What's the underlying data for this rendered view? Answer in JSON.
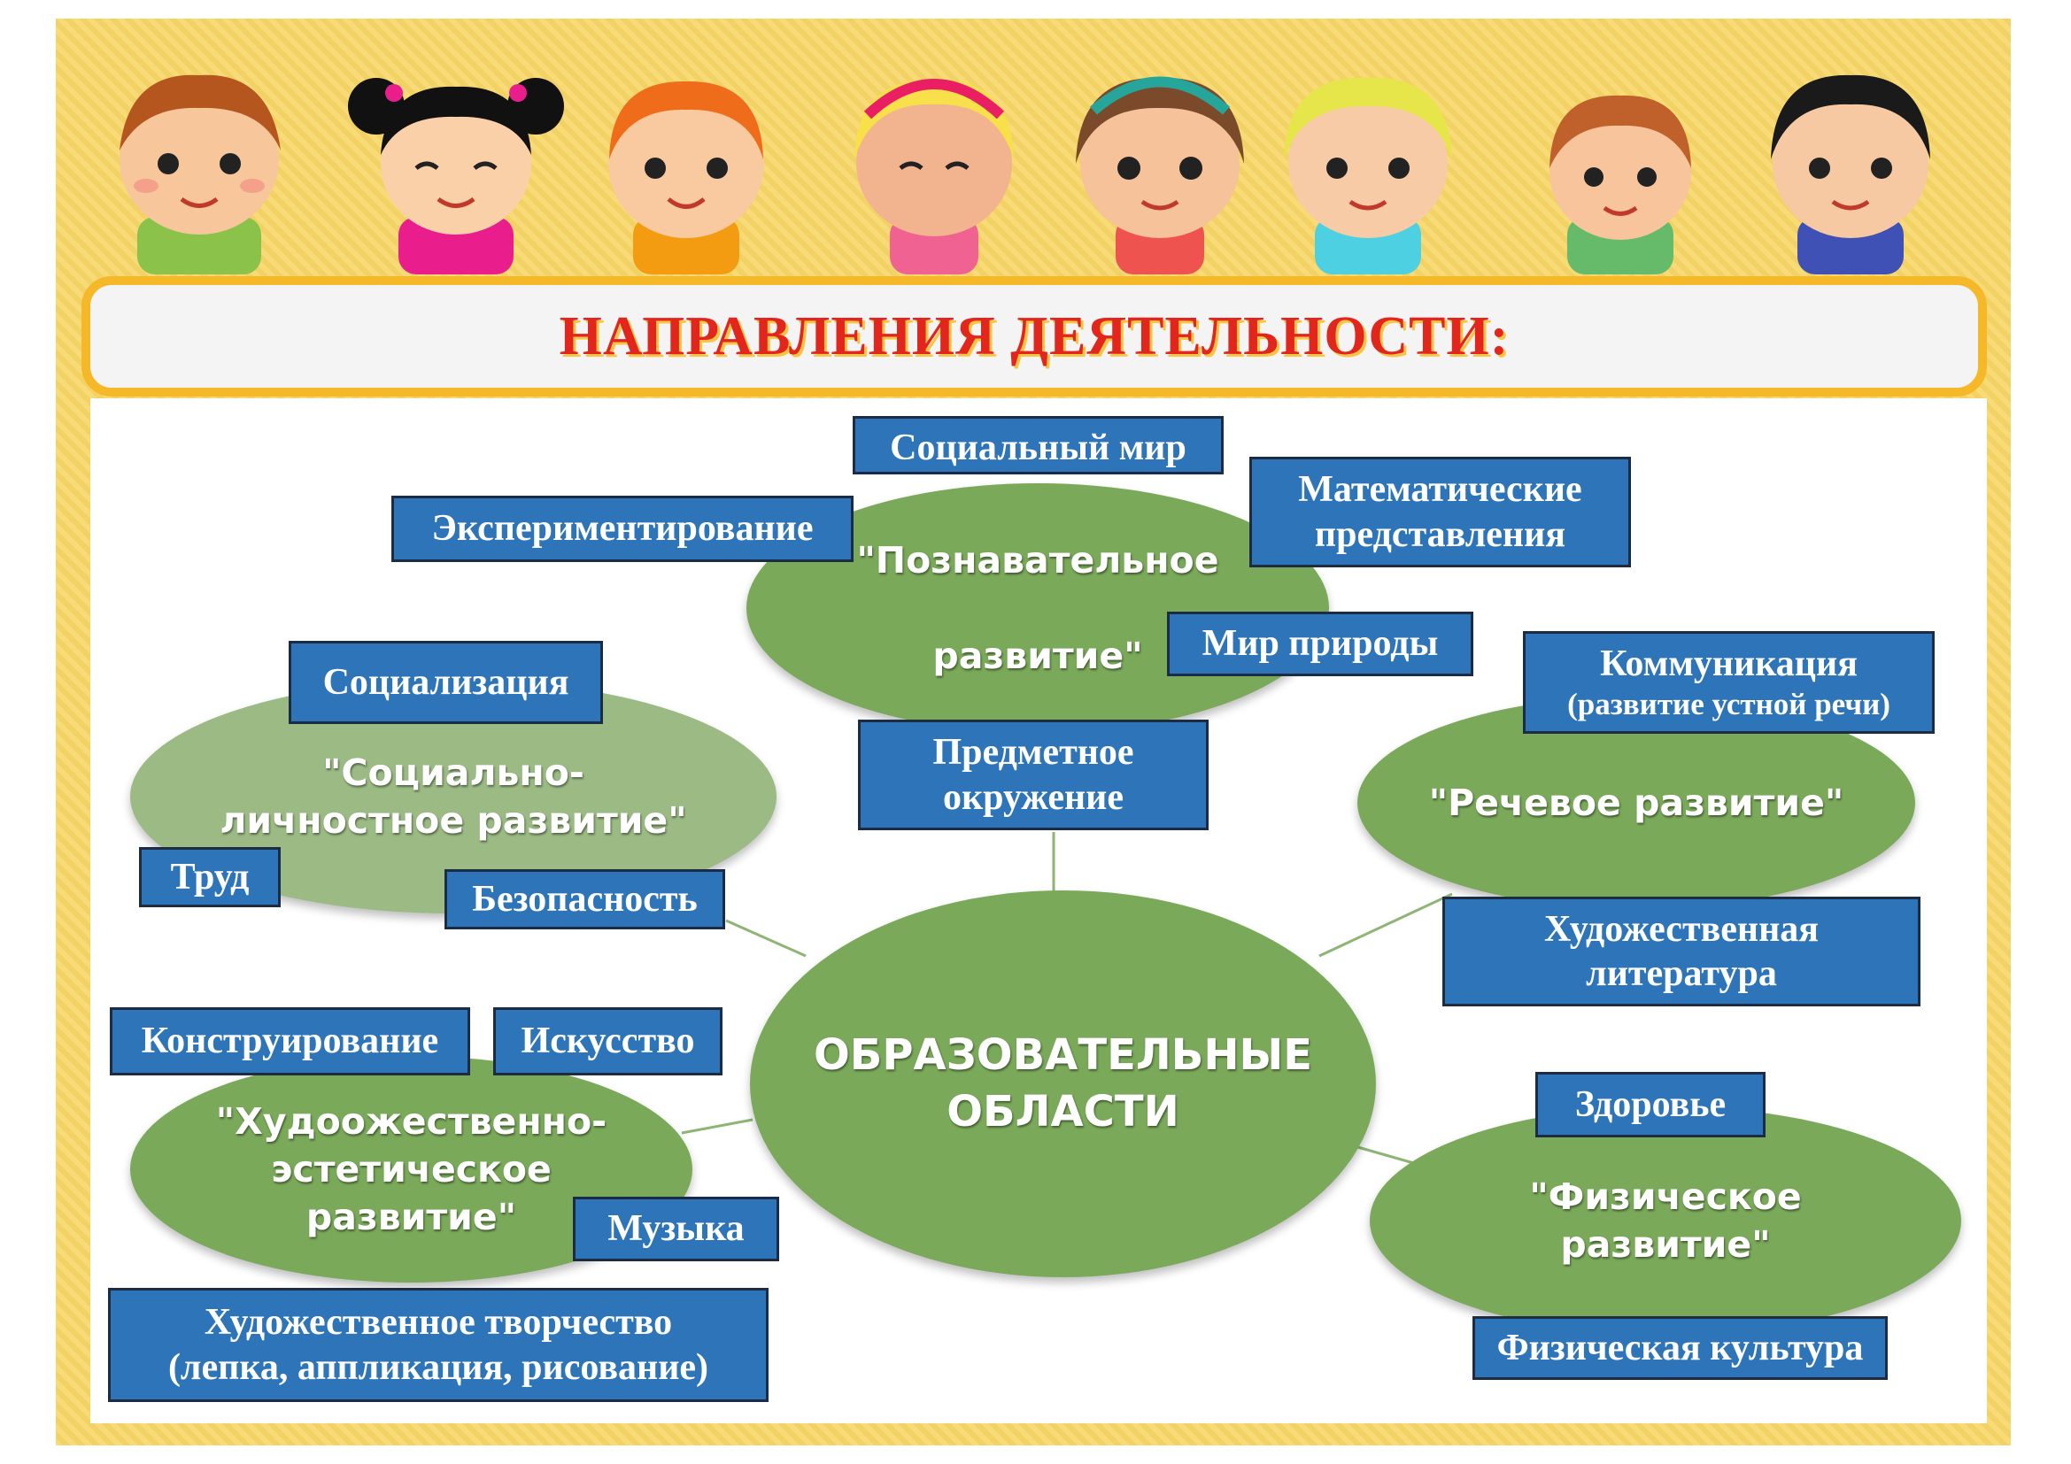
{
  "title": "НАПРАВЛЕНИЯ ДЕЯТЕЛЬНОСТИ:",
  "center": "ОБРАЗОВАТЕЛЬНЫЕ\nОБЛАСТИ",
  "areas": {
    "cognitive": "\"Познавательное\n\nразвитие\"",
    "social": "\"Социально-\nличностное развитие\"",
    "speech": "\"Речевое развитие\"",
    "artistic": "\"Худоожественно-\nэстетическое\nразвитие\"",
    "physical": "\"Физическое\nразвитие\""
  },
  "activities": {
    "social_world": "Социальный мир",
    "experimenting": "Экспериментирование",
    "math": "Математические\nпредставления",
    "nature": "Мир природы",
    "objects": "Предметное\nокружение",
    "socialization": "Социализация",
    "labor": "Труд",
    "safety": "Безопасность",
    "communication": "Коммуникация",
    "communication_note": "(развитие устной речи)",
    "fiction": "Художественная\nлитература",
    "construction": "Конструирование",
    "art": "Искусство",
    "music": "Музыка",
    "creativity": "Художественное творчество\n(лепка, аппликация, рисование)",
    "health": "Здоровье",
    "pe": "Физическая культура"
  },
  "colors": {
    "frame": "#f7d667",
    "banner_border": "#f5b829",
    "title": "#e3261d",
    "oval": "#7aa95a",
    "oval_light": "#9bba84",
    "box": "#2e74b8"
  }
}
